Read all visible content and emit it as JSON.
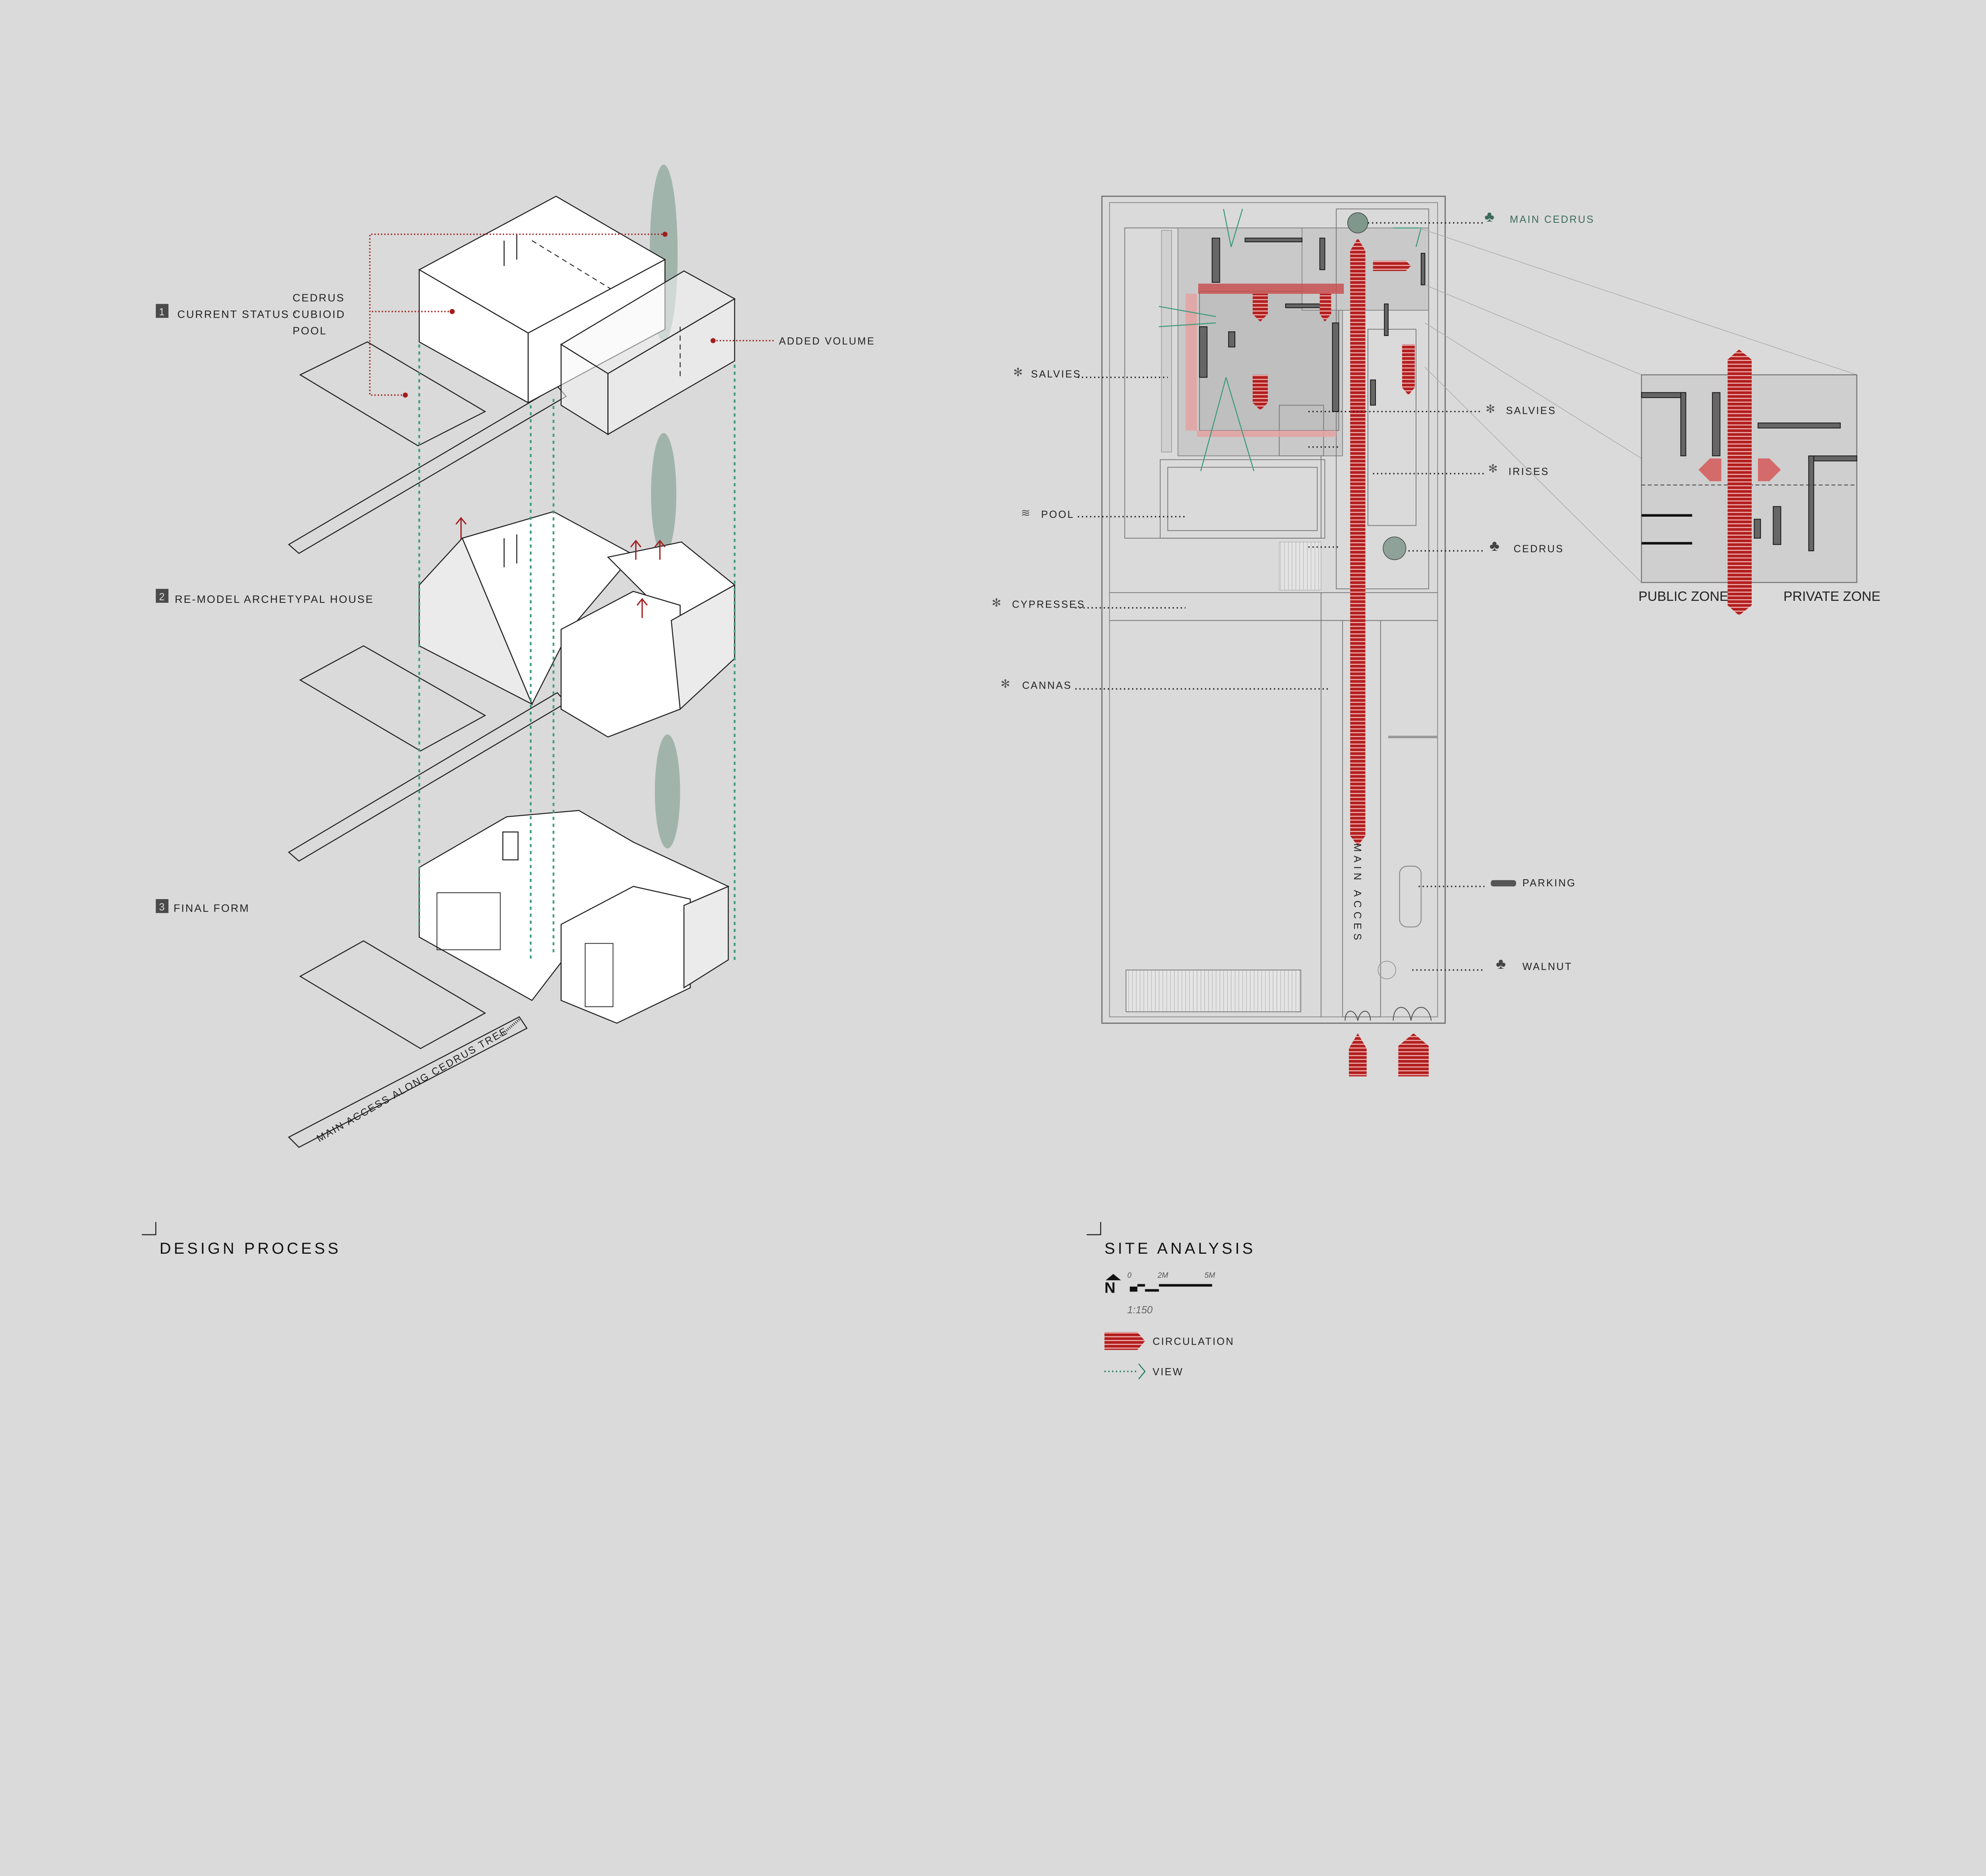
{
  "design_process": {
    "title": "DESIGN PROCESS",
    "steps": [
      {
        "num": "1",
        "label": "CURRENT STATUS :",
        "items": [
          "CEDRUS",
          "CUBIOID",
          "POOL"
        ]
      },
      {
        "num": "2",
        "label": "RE-MODEL ARCHETYPAL HOUSE"
      },
      {
        "num": "3",
        "label": "FINAL FORM"
      }
    ],
    "added_volume": "ADDED VOLUME",
    "access_label": "MAIN ACCESS ALONG CEDRUS TREE"
  },
  "site_analysis": {
    "title": "SITE ANALYSIS",
    "labels_left": [
      {
        "name": "SALVIES",
        "icon": "plant-icon"
      },
      {
        "name": "POOL",
        "icon": "water-icon"
      },
      {
        "name": "CYPRESSES",
        "icon": "plant-icon"
      },
      {
        "name": "CANNAS",
        "icon": "plant-icon"
      }
    ],
    "labels_right": [
      {
        "name": "MAIN CEDRUS",
        "icon": "tree-icon"
      },
      {
        "name": "SALVIES",
        "icon": "plant-icon"
      },
      {
        "name": "IRISES",
        "icon": "plant-icon"
      },
      {
        "name": "CEDRUS",
        "icon": "tree-icon"
      },
      {
        "name": "PARKING",
        "icon": "car-icon"
      },
      {
        "name": "WALNUT",
        "icon": "tree-icon"
      }
    ],
    "main_access": "MAIN ACCES",
    "zones": {
      "public": "PUBLIC ZONE",
      "private": "PRIVATE ZONE"
    },
    "scale": {
      "north": "N",
      "ticks": [
        "0",
        "2M",
        "5M"
      ],
      "ratio": "1:150"
    },
    "legend": {
      "circulation": "CIRCULATION",
      "view": "VIEW"
    }
  },
  "colors": {
    "background": "#dadada",
    "circulation_red": "#b31f1f",
    "view_green": "#3f9b7e",
    "main_cedrus_text": "#3d6b5c"
  }
}
